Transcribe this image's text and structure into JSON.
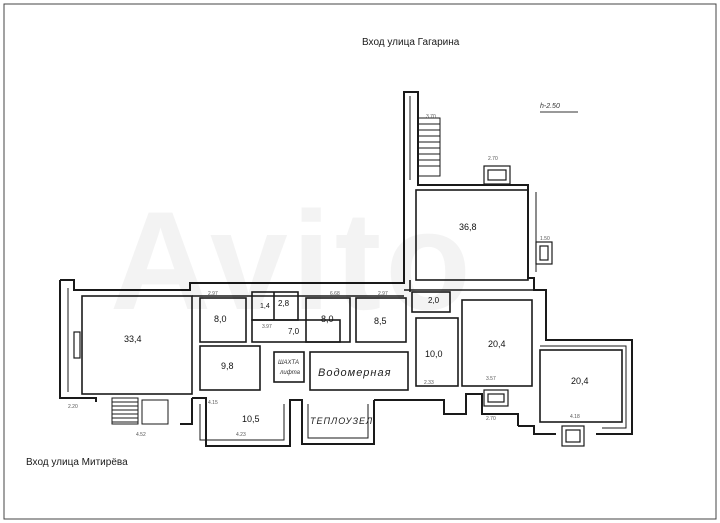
{
  "entrances": {
    "top": "Вход улица Гагарина",
    "bottom": "Вход улица Митирёва"
  },
  "height_mark": "h-2.50",
  "rooms": {
    "r1": "36,8",
    "r2": "33,4",
    "r3": "8,0",
    "r4": "1,4",
    "r5": "2,8",
    "r6": "7,0",
    "r7": "8,0",
    "r8": "8,5",
    "r9": "2,0",
    "r10": "10,0",
    "r11": "20,4",
    "r12": "20,4",
    "r13": "9,8",
    "r14": "10,5"
  },
  "labels": {
    "water": "Водомерная",
    "heat": "ТЕПЛОУЗЕЛ",
    "shaft1": "ШАХТА",
    "shaft2": "лифта"
  },
  "dims": {
    "d1": "2.70",
    "d2": "2.97",
    "d3": "2.97",
    "d4": "3.57",
    "d5": "2.70",
    "d6": "4.18",
    "d7": "4.23",
    "d8": "4.52",
    "d9": "2.20",
    "d10": "2.33",
    "d11": "3.70",
    "d12": "6.68",
    "d13": "1.50",
    "d14": "4.15",
    "d15": "3.97"
  }
}
